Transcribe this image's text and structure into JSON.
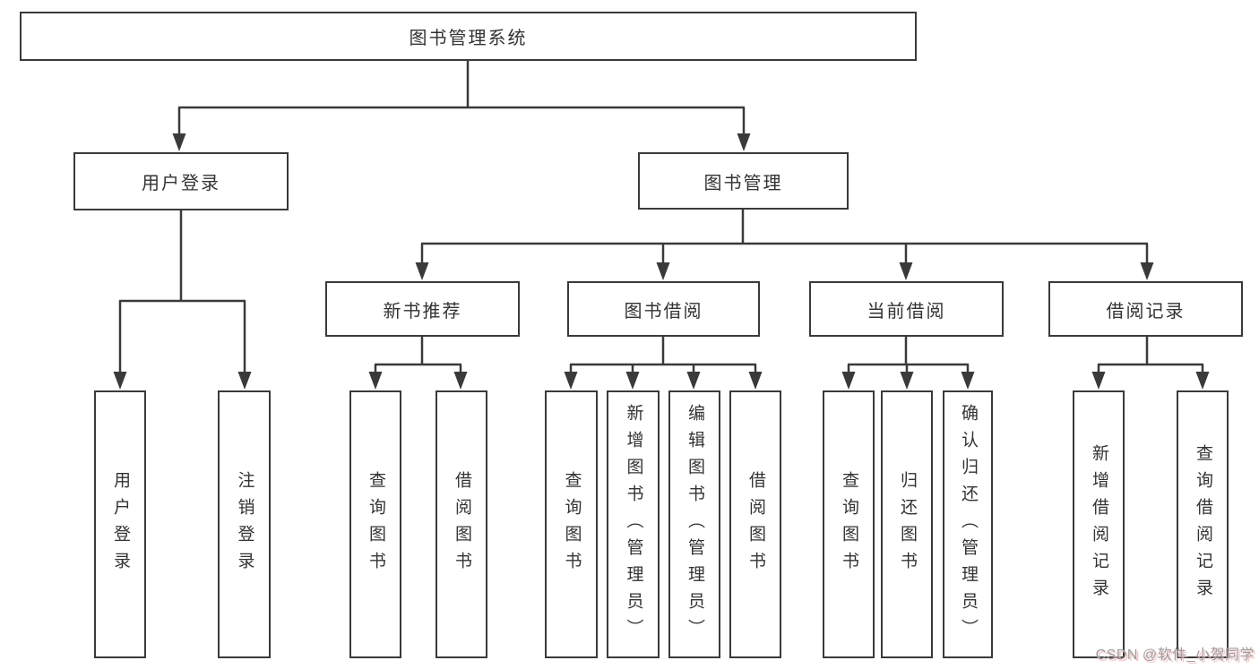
{
  "diagram": {
    "title": "图书管理系统",
    "nodes": {
      "root": "图书管理系统",
      "user_login": "用户登录",
      "book_mgmt": "图书管理",
      "new_book_rec": "新书推荐",
      "book_borrow": "图书借阅",
      "current_borrow": "当前借阅",
      "borrow_record": "借阅记录",
      "leaf_user_login": "用户登录",
      "leaf_logout": "注销登录",
      "leaf_query_book_rec": "查询图书",
      "leaf_borrow_book_rec": "借阅图书",
      "leaf_query_book_borrow": "查询图书",
      "leaf_add_book": "新增图书（管理员）",
      "leaf_edit_book": "编辑图书（管理员）",
      "leaf_borrow_book_borrow": "借阅图书",
      "leaf_query_book_current": "查询图书",
      "leaf_return_book": "归还图书",
      "leaf_confirm_return": "确认归还（管理员）",
      "leaf_add_record": "新增借阅记录",
      "leaf_query_record": "查询借阅记录"
    }
  },
  "watermark": {
    "text": "CSDN @软件_小贺同学"
  },
  "colors": {
    "line": "#3a3a3a",
    "text": "#333333",
    "background": "#ffffff",
    "watermark_text": "#9e9e9e",
    "watermark_shadow": "#f2bcbc"
  }
}
